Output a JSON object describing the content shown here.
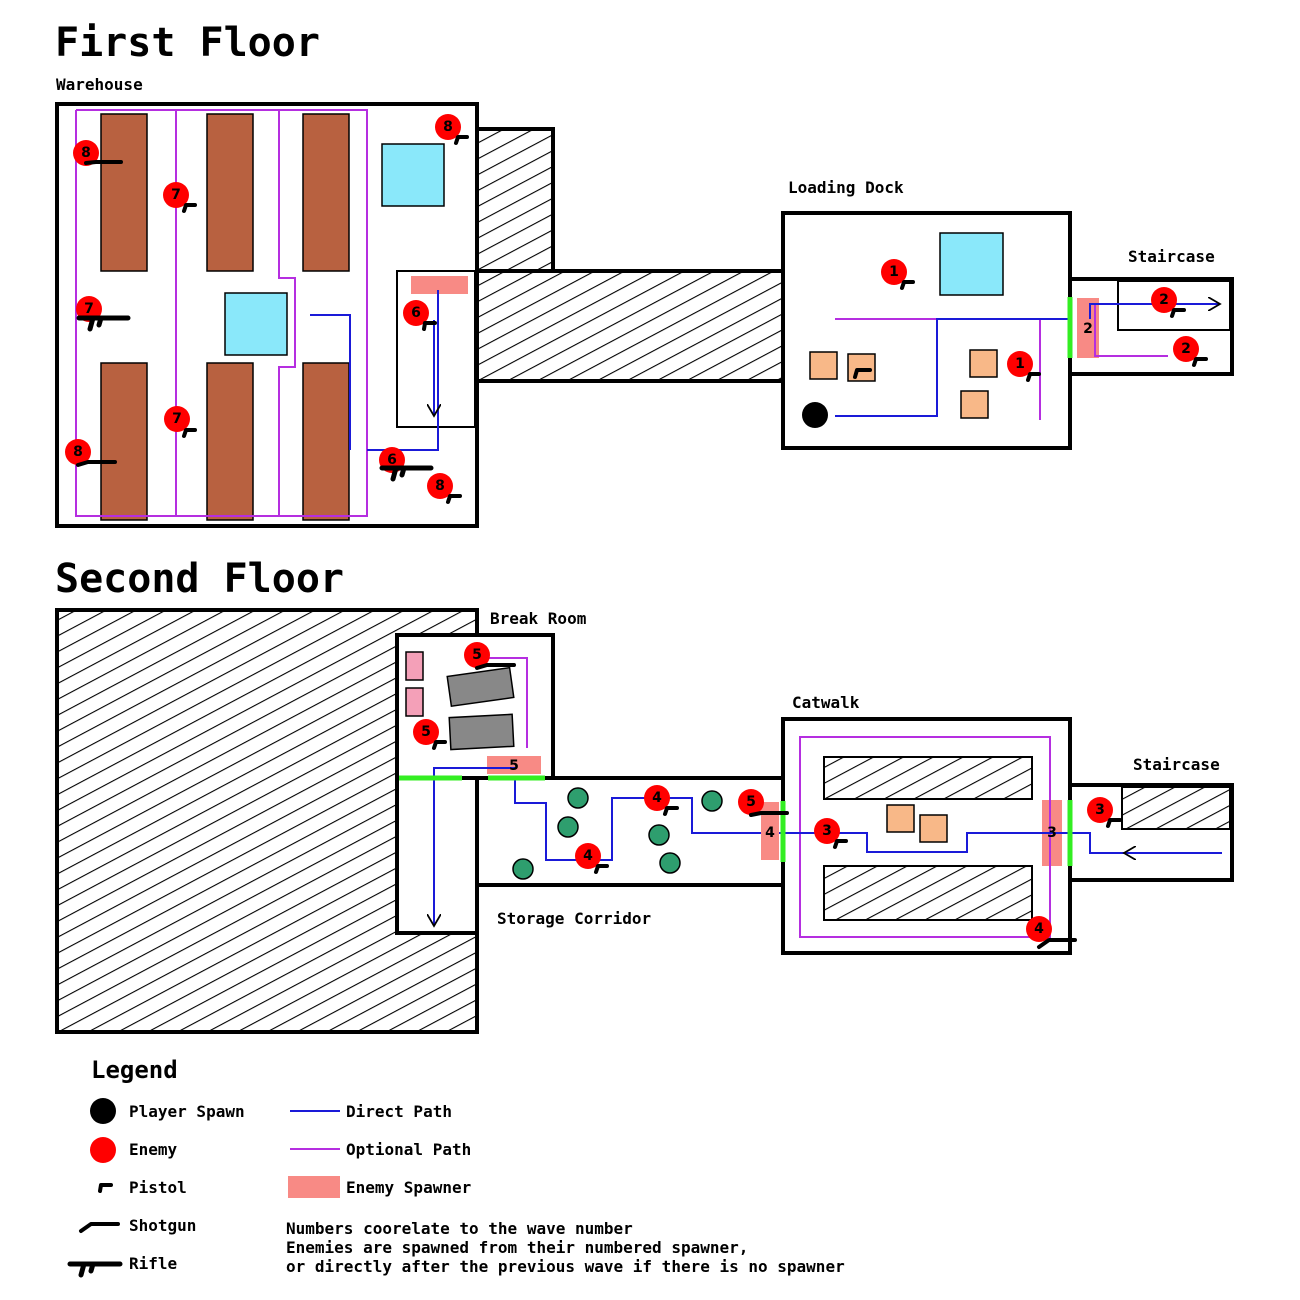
{
  "titles": {
    "first_floor": "First Floor",
    "second_floor": "Second Floor"
  },
  "rooms": {
    "warehouse": "Warehouse",
    "loading_dock": "Loading Dock",
    "staircase_1": "Staircase",
    "break_room": "Break Room",
    "catwalk": "Catwalk",
    "staircase_2": "Staircase",
    "storage_corridor": "Storage Corridor"
  },
  "enemies": {
    "wh_a": "8",
    "wh_b": "8",
    "wh_c": "7",
    "wh_d": "7",
    "wh_e": "7",
    "wh_f": "8",
    "wh_g": "6",
    "wh_h": "6",
    "wh_i": "8",
    "ld_a": "1",
    "ld_b": "1",
    "st1_a": "2",
    "st1_b": "2",
    "br_a": "5",
    "br_b": "5",
    "sc_a": "4",
    "sc_b": "4",
    "sc_c": "5",
    "cw_a": "3",
    "cw_b": "4",
    "st2_a": "3"
  },
  "spawners": {
    "s2": "2",
    "s3": "3",
    "s4": "4",
    "s5": "5"
  },
  "legend": {
    "title": "Legend",
    "player_spawn": "Player Spawn",
    "enemy": "Enemy",
    "pistol": "Pistol",
    "shotgun": "Shotgun",
    "rifle": "Rifle",
    "direct_path": "Direct Path",
    "optional_path": "Optional Path",
    "enemy_spawner": "Enemy Spawner",
    "note_1": "Numbers coorelate to the wave number",
    "note_2": "Enemies are spawned from their numbered spawner,",
    "note_3": "or directly after the previous wave if there is no spawner"
  },
  "colors": {
    "shelf": "#b86140",
    "water": "#8ae8fa",
    "crate": "#f8b888",
    "enemy": "#ff0000",
    "direct": "#1a1ad8",
    "optional": "#b52ee0",
    "spawner": "#f88a85",
    "door": "#33ee22",
    "barrel": "#2e9e6e",
    "table": "#888888",
    "locker": "#f4a0b8"
  }
}
